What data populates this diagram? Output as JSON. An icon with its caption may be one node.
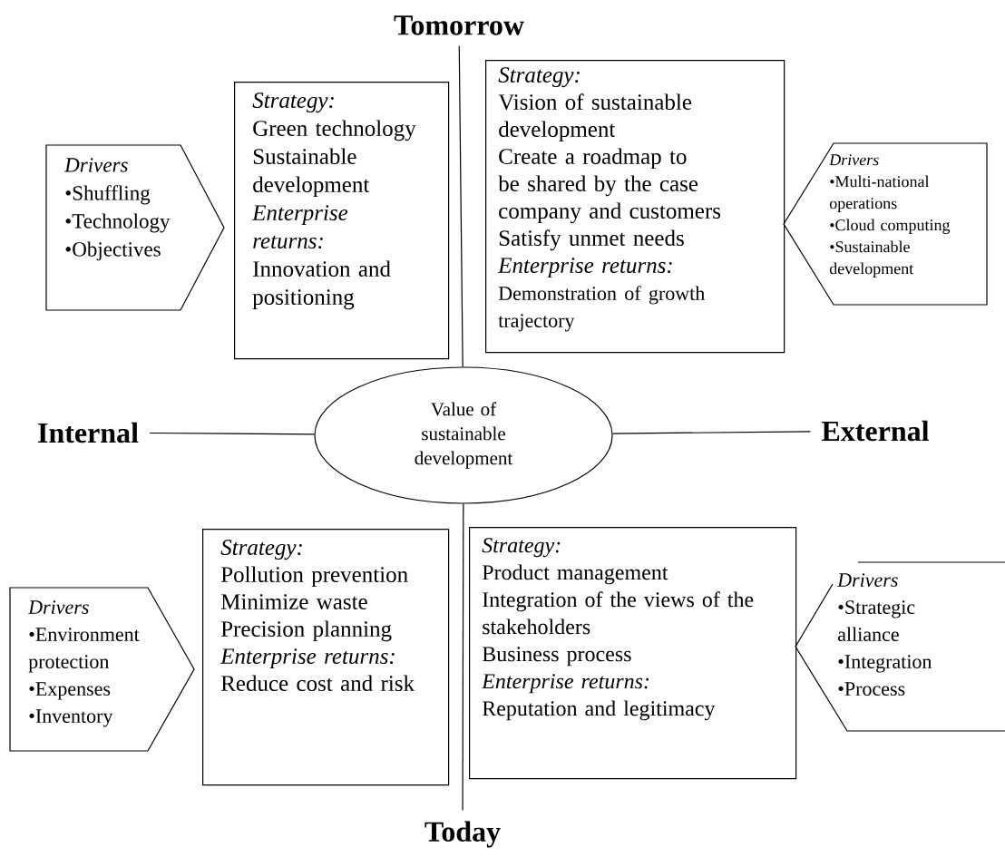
{
  "diagram": {
    "nodes": [
      {
        "text": [
          "Tomorrow"
        ]
      },
      {
        "text": [
          "Drivers",
          "•Shuffling",
          "•Technology",
          "•Objectives"
        ]
      },
      {
        "text": [
          "Strategy:",
          "Green technology",
          "Sustainable development",
          "Enterprise returns:",
          "Innovation and positioning"
        ]
      },
      {
        "text": [
          "Strategy:",
          "Vision of sustainable development",
          "Create a roadmap to be shared by the case company and customers",
          "Satisfy unmet needs",
          "Enterprise returns:",
          "Demonstration of growth trajectory"
        ]
      },
      {
        "text": [
          "Drivers",
          "•Multi-national operations",
          "•Cloud computing",
          "•Sustainable development"
        ]
      },
      {
        "text": [
          "Internal"
        ]
      },
      {
        "text": [
          "Value of sustainable development"
        ]
      },
      {
        "text": [
          "External"
        ]
      },
      {
        "text": [
          "Drivers",
          "•Environment protection",
          "•Expenses",
          "•Inventory"
        ]
      },
      {
        "text": [
          "Strategy:",
          "Pollution prevention",
          "Minimize waste",
          "Precision planning",
          "Enterprise returns:",
          "Reduce cost and risk"
        ]
      },
      {
        "text": [
          "Strategy:",
          "Product management",
          "Integration of the views of the stakeholders",
          "Business process",
          "Enterprise returns:",
          "Reputation and legitimacy"
        ]
      },
      {
        "text": [
          "Drivers",
          "•Strategic alliance",
          "•Integration",
          "•Process"
        ]
      },
      {
        "text": [
          "Today"
        ]
      }
    ],
    "edges": [
      {
        "from": 6,
        "to": 0,
        "arrow": "none"
      },
      {
        "from": 6,
        "to": 5,
        "arrow": "none"
      },
      {
        "from": 6,
        "to": 7,
        "arrow": "none"
      },
      {
        "from": 6,
        "to": 12,
        "arrow": "none"
      }
    ]
  }
}
